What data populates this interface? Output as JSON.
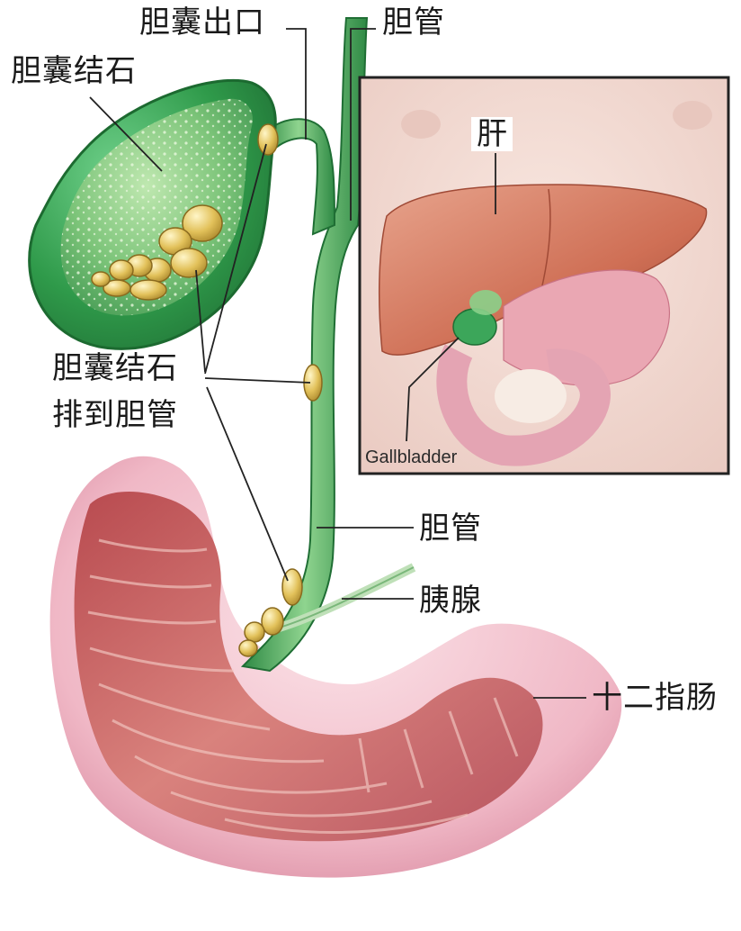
{
  "labels": {
    "gallstones": "胆囊结石",
    "gallbladder_outlet": "胆囊出口",
    "bile_duct_top": "胆管",
    "stones_to_duct_line1": "胆囊结石",
    "stones_to_duct_line2": "排到胆管",
    "bile_duct_mid": "胆管",
    "pancreas": "胰腺",
    "duodenum": "十二指肠"
  },
  "inset": {
    "liver": "肝",
    "gallbladder": "Gallbladder"
  },
  "colors": {
    "gallbladder_green": "#2f9a4a",
    "stone_yellow": "#e2c15a",
    "duodenum_pink": "#d98aa0",
    "inset_skin": "#f3ddd6"
  }
}
